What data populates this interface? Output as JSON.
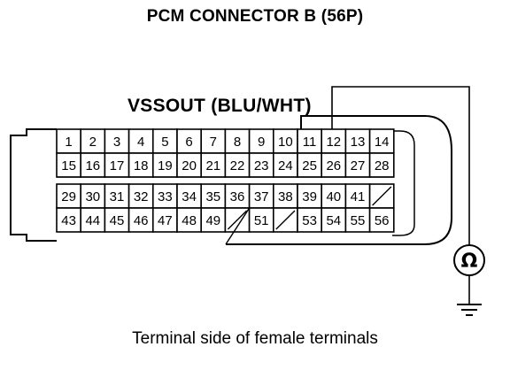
{
  "title": "PCM CONNECTOR B (56P)",
  "signal_label": "VSSOUT (BLU/WHT)",
  "caption": "Terminal side of female terminals",
  "meter_symbol": "Ω",
  "probe_terminal": "12",
  "rows": [
    [
      "1",
      "2",
      "3",
      "4",
      "5",
      "6",
      "7",
      "8",
      "9",
      "10",
      "11",
      "12",
      "13",
      "14"
    ],
    [
      "15",
      "16",
      "17",
      "18",
      "19",
      "20",
      "21",
      "22",
      "23",
      "24",
      "25",
      "26",
      "27",
      "28"
    ],
    [
      "29",
      "30",
      "31",
      "32",
      "33",
      "34",
      "35",
      "36",
      "37",
      "38",
      "39",
      "40",
      "41",
      ""
    ],
    [
      "43",
      "44",
      "45",
      "46",
      "47",
      "48",
      "49",
      "",
      "51",
      "",
      "53",
      "54",
      "55",
      "56"
    ]
  ],
  "empty_cells": [
    [
      2,
      13
    ],
    [
      3,
      7
    ],
    [
      3,
      9
    ]
  ],
  "colors": {
    "line": "#000000",
    "background": "#ffffff"
  }
}
